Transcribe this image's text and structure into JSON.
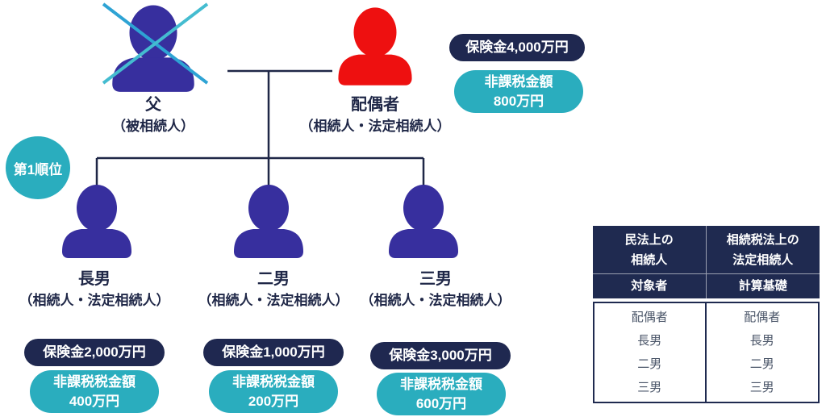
{
  "colors": {
    "line_navy": "#1f2747",
    "badge_navy": "#1f2850",
    "table_header_navy": "#1f2a50",
    "person_indigo": "#372f9e",
    "person_red": "#ee1010",
    "teal": "#2aadbe",
    "cross_blue_1": "#2ea3d4",
    "cross_blue_2": "#44bcd0",
    "table_body_text": "#4a5568"
  },
  "rank_badge": {
    "label": "第1順位"
  },
  "father": {
    "name": "父",
    "role": "（被相続人）"
  },
  "spouse": {
    "name": "配偶者",
    "role": "（相続人・法定相続人）",
    "insurance": "保険金4,000万円",
    "taxfree_title": "非課税金額",
    "taxfree_amount": "800万円"
  },
  "sons": [
    {
      "name": "長男",
      "role": "（相続人・法定相続人）",
      "insurance": "保険金2,000万円",
      "taxfree_title": "非課税税金額",
      "taxfree_amount": "400万円"
    },
    {
      "name": "二男",
      "role": "（相続人・法定相続人）",
      "insurance": "保険金1,000万円",
      "taxfree_title": "非課税税金額",
      "taxfree_amount": "200万円"
    },
    {
      "name": "三男",
      "role": "（相続人・法定相続人）",
      "insurance": "保険金3,000万円",
      "taxfree_title": "非課税税金額",
      "taxfree_amount": "600万円"
    }
  ],
  "table": {
    "header": {
      "col1_line1": "民法上の",
      "col1_line2": "相続人",
      "col2_line1": "相続税法上の",
      "col2_line2": "法定相続人",
      "sub1": "対象者",
      "sub2": "計算基礎"
    },
    "rows": [
      {
        "c1": "配偶者",
        "c2": "配偶者"
      },
      {
        "c1": "長男",
        "c2": "長男"
      },
      {
        "c1": "二男",
        "c2": "二男"
      },
      {
        "c1": "三男",
        "c2": "三男"
      }
    ]
  }
}
